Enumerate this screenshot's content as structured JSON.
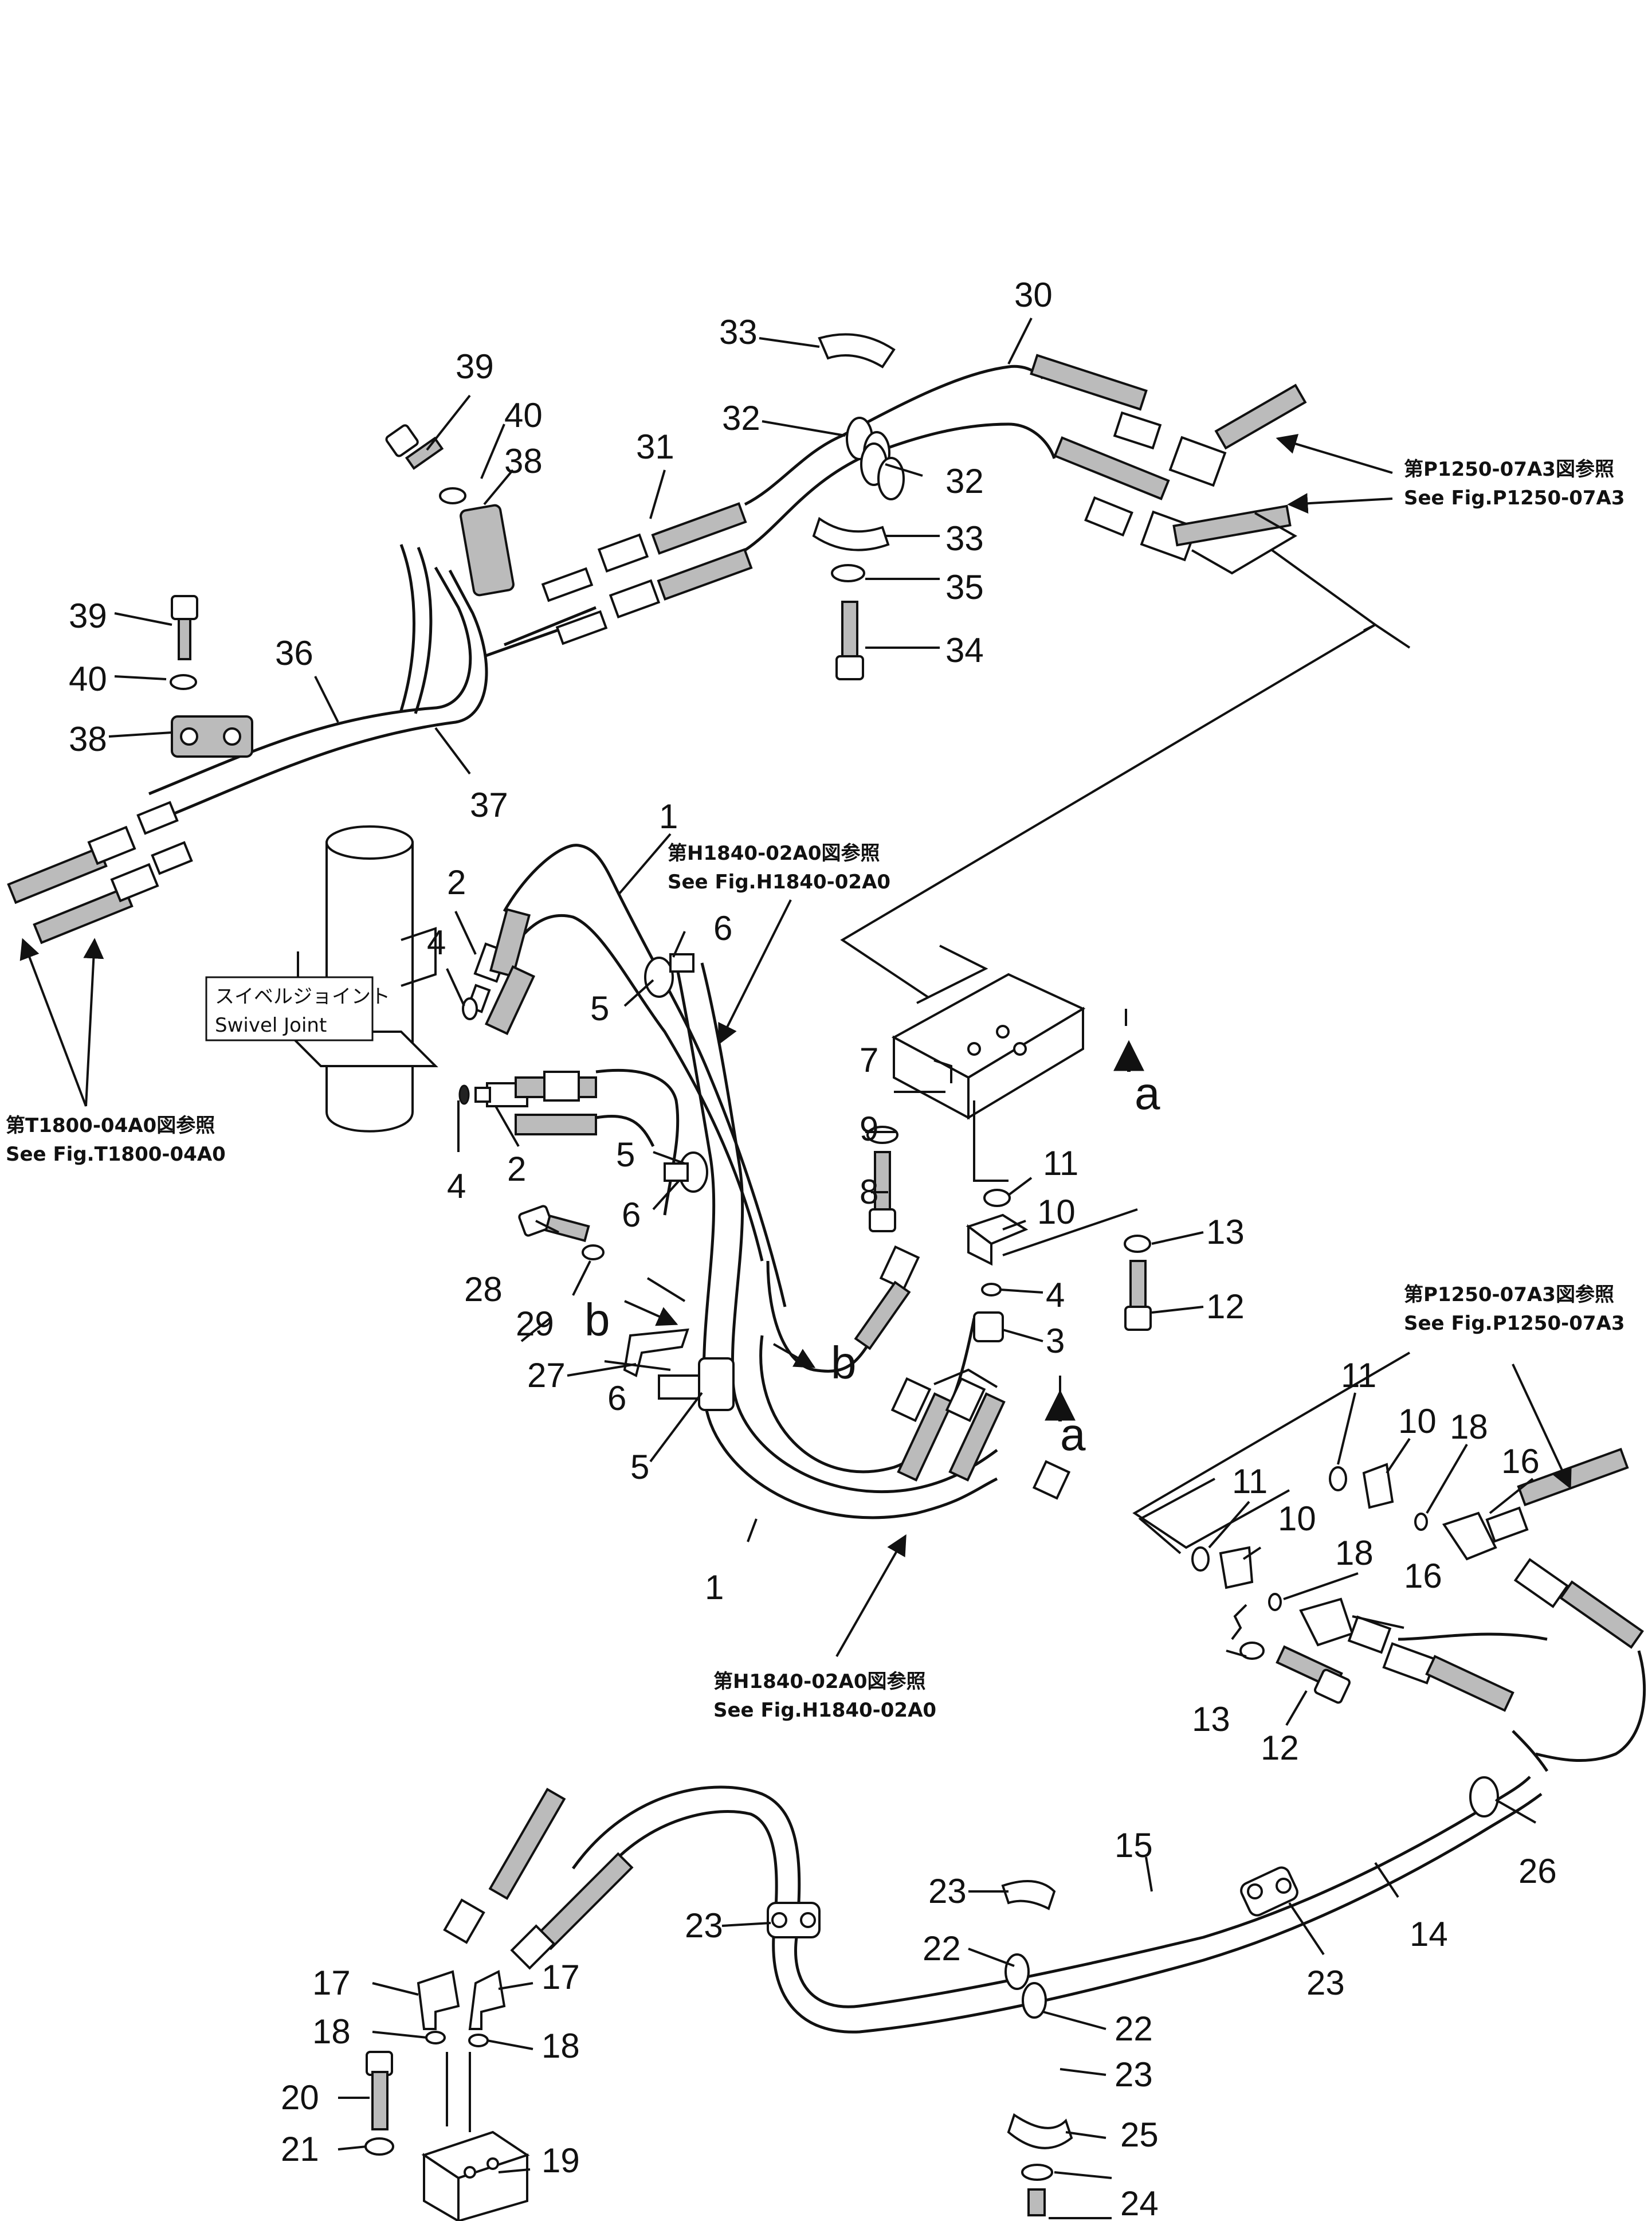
{
  "callouts": {
    "n1": "1",
    "n2": "2",
    "n3": "3",
    "n4": "4",
    "n5": "5",
    "n6": "6",
    "n7": "7",
    "n8": "8",
    "n9": "9",
    "n10": "10",
    "n11": "11",
    "n12": "12",
    "n13": "13",
    "n14": "14",
    "n15": "15",
    "n16": "16",
    "n17": "17",
    "n18": "18",
    "n19": "19",
    "n20": "20",
    "n21": "21",
    "n22": "22",
    "n23": "23",
    "n24": "24",
    "n25": "25",
    "n26": "26",
    "n27": "27",
    "n28": "28",
    "n29": "29",
    "n30": "30",
    "n31": "31",
    "n32": "32",
    "n33": "33",
    "n34": "34",
    "n35": "35",
    "n36": "36",
    "n37": "37",
    "n38": "38",
    "n39": "39",
    "n40": "40"
  },
  "view_markers": {
    "a": "a",
    "b": "b"
  },
  "references": {
    "p1250_jp": "第P1250-07A3図参照",
    "p1250_en": "See Fig.P1250-07A3",
    "h1840_jp": "第H1840-02A0図参照",
    "h1840_en": "See Fig.H1840-02A0",
    "t1800_jp": "第T1800-04A0図参照",
    "t1800_en": "See Fig.T1800-04A0"
  },
  "swivel_joint": {
    "jp": "スイベルジョイント",
    "en": "Swivel Joint"
  }
}
